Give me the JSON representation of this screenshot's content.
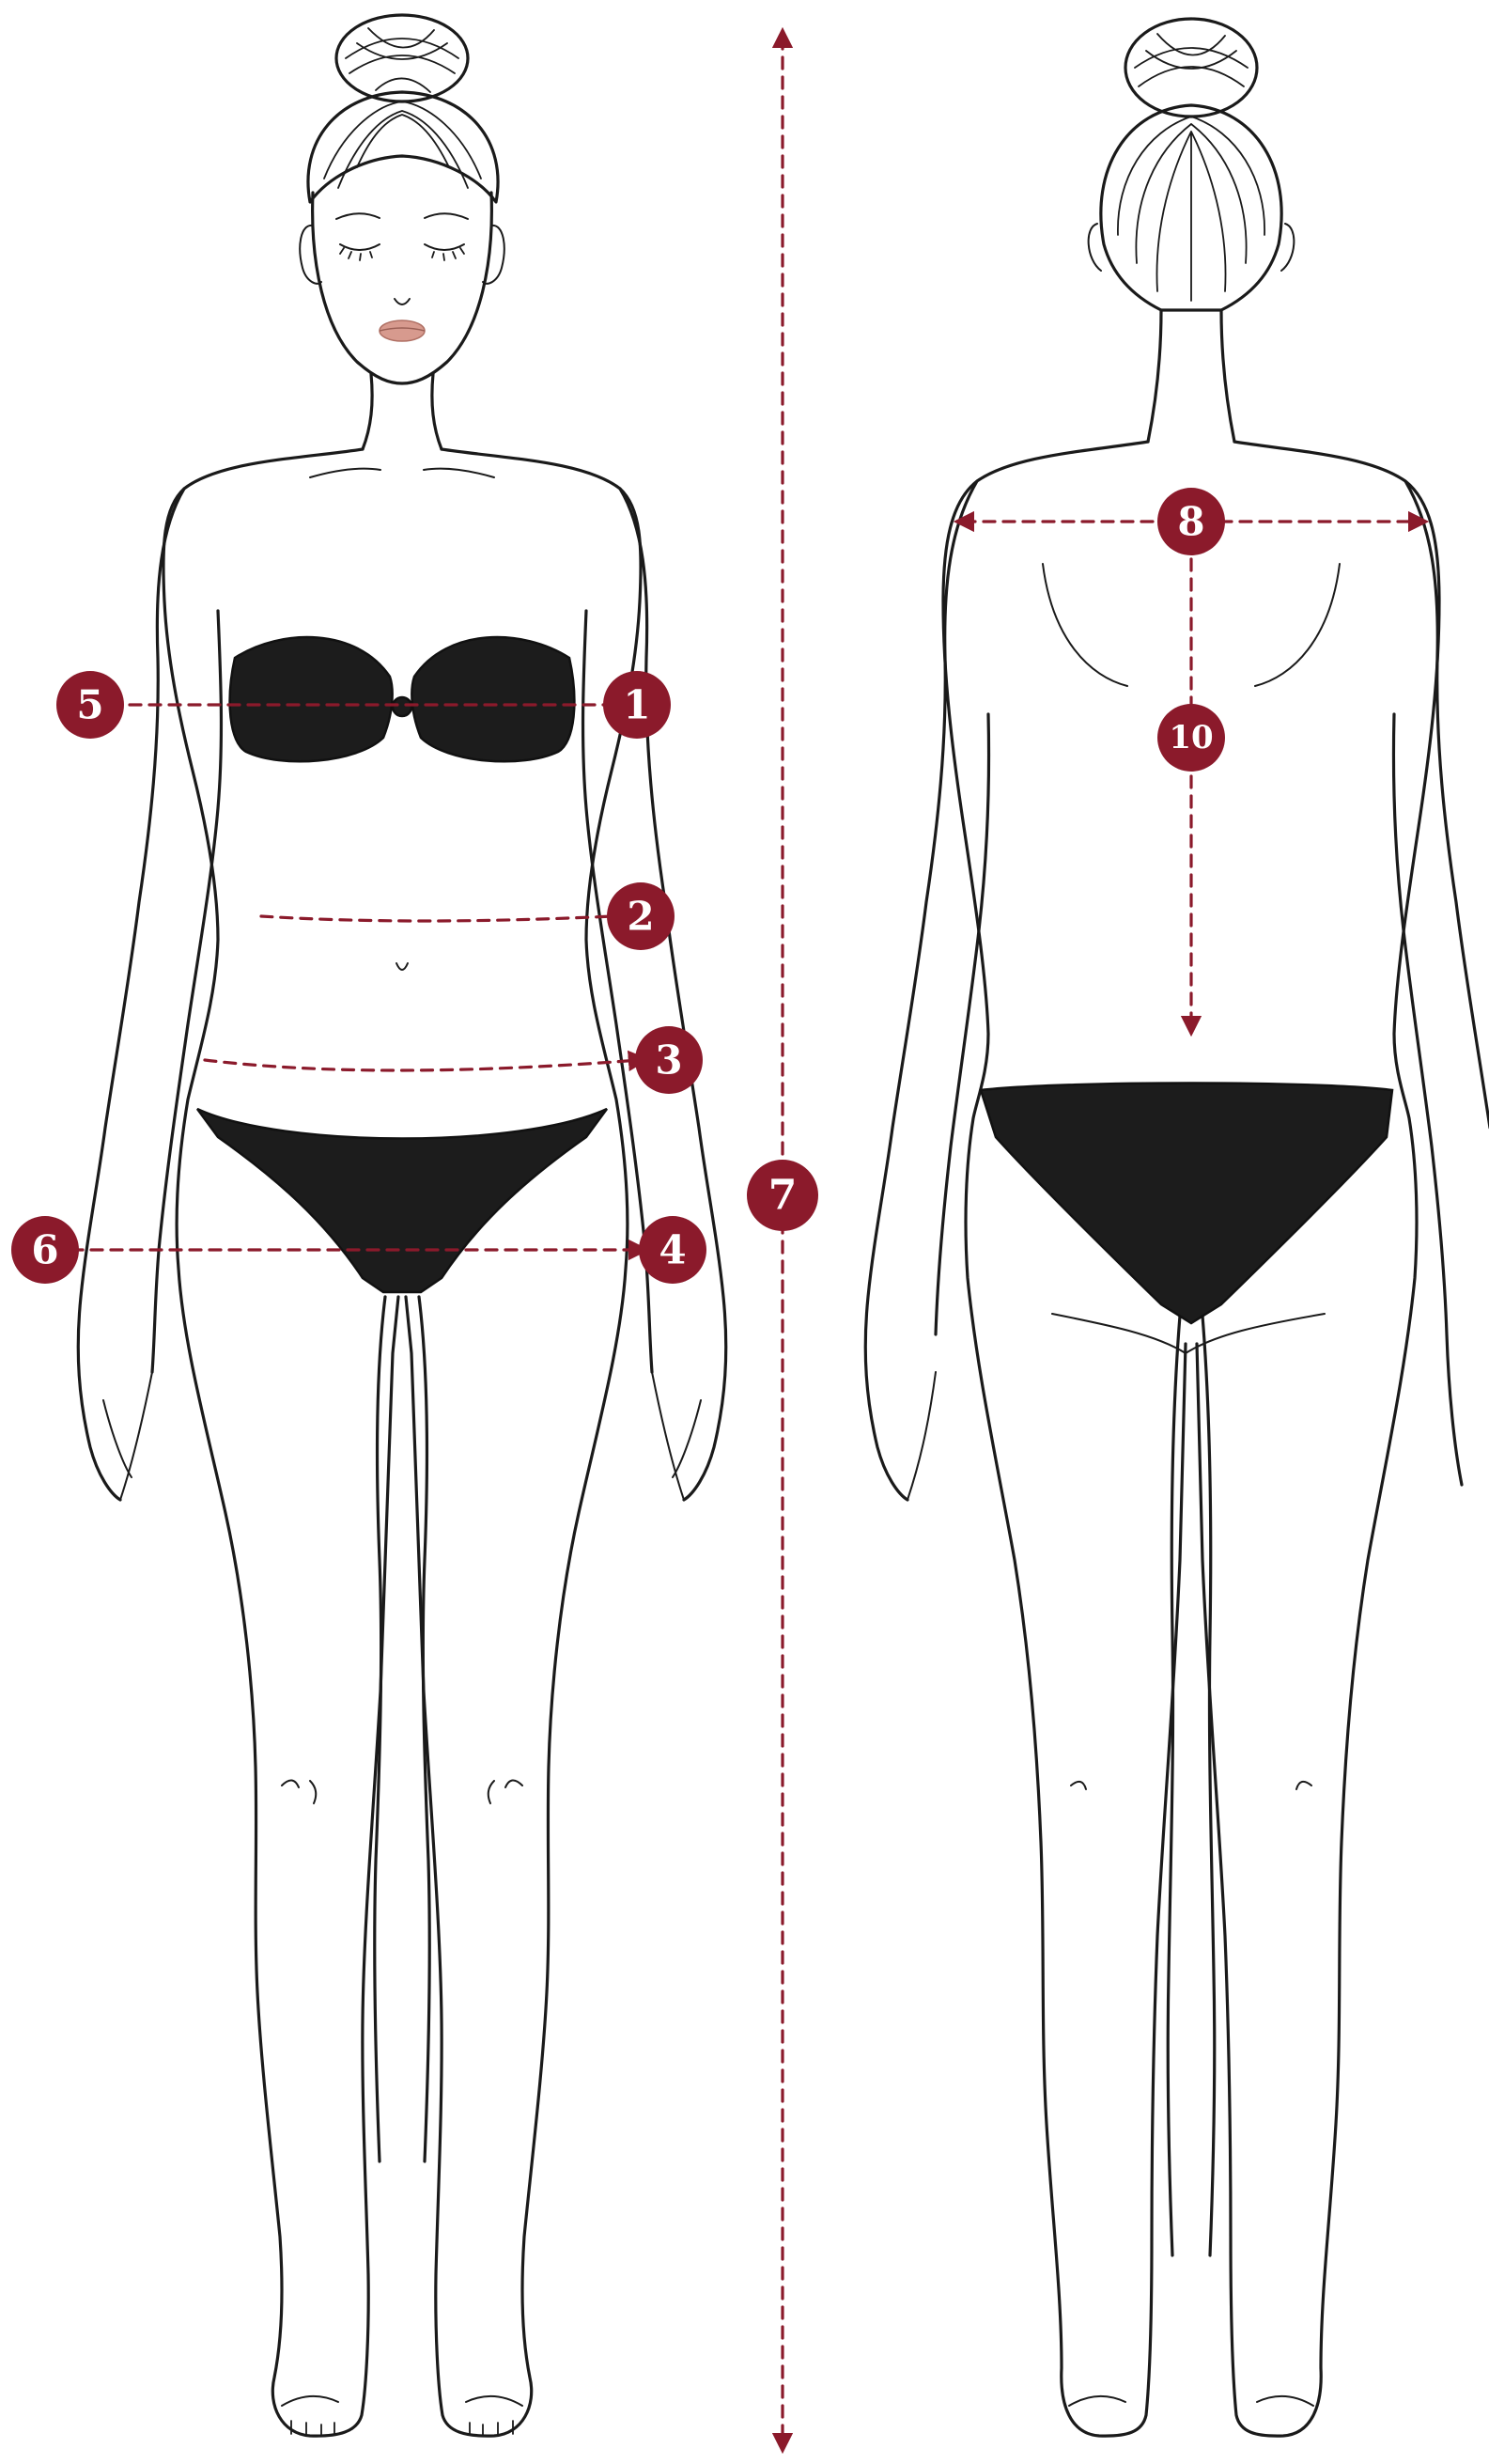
{
  "colors": {
    "accent": "#8b1a2b",
    "outline": "#1a1a1a",
    "garment": "#1c1c1c",
    "background": "#ffffff",
    "lips": "#d79a8e"
  },
  "markers": [
    {
      "id": "1",
      "label": "1"
    },
    {
      "id": "2",
      "label": "2"
    },
    {
      "id": "3",
      "label": "3"
    },
    {
      "id": "4",
      "label": "4"
    },
    {
      "id": "5",
      "label": "5"
    },
    {
      "id": "6",
      "label": "6"
    },
    {
      "id": "7",
      "label": "7"
    },
    {
      "id": "8",
      "label": "8"
    },
    {
      "id": "10",
      "label": "10"
    }
  ]
}
